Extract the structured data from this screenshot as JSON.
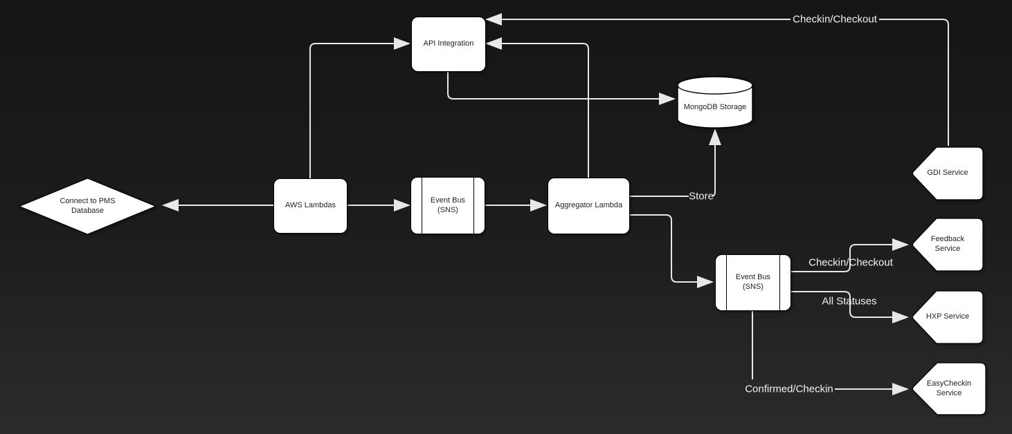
{
  "diagram": {
    "colors": {
      "background_top": "#151515",
      "background_bottom": "#2b2b2b",
      "node_fill": "#ffffff",
      "node_stroke": "#000000",
      "node_text": "#1f1f1f",
      "edge_stroke": "#e8e8e8",
      "edge_label_text": "#f2f2f2"
    },
    "nodes": {
      "pms_database": {
        "label": "Connect to PMS Database",
        "shape": "diamond"
      },
      "aws_lambdas": {
        "label": "AWS Lambdas",
        "shape": "rounded-rect"
      },
      "event_bus_1": {
        "label": "Event Bus (SNS)",
        "shape": "process"
      },
      "api_integration": {
        "label": "API Integration",
        "shape": "rounded-rect"
      },
      "mongodb_storage": {
        "label": "MongoDB Storage",
        "shape": "cylinder"
      },
      "aggregator_lambda": {
        "label": "Aggregator Lambda",
        "shape": "rounded-rect"
      },
      "event_bus_2": {
        "label": "Event Bus (SNS)",
        "shape": "process"
      },
      "gdi_service": {
        "label": "GDI Service",
        "shape": "pentagon-left"
      },
      "feedback_service": {
        "label": "Feedback Service",
        "shape": "pentagon-left"
      },
      "hxp_service": {
        "label": "HXP Service",
        "shape": "pentagon-left"
      },
      "easycheckin_service": {
        "label": "EasyCheckin Service",
        "shape": "pentagon-left"
      }
    },
    "edge_labels": {
      "checkin_checkout_top": "Checkin/Checkout",
      "store": "Store",
      "checkin_checkout_mid": "Checkin/Checkout",
      "all_statuses": "All Statuses",
      "confirmed_checkin": "Confirmed/Checkin"
    }
  }
}
